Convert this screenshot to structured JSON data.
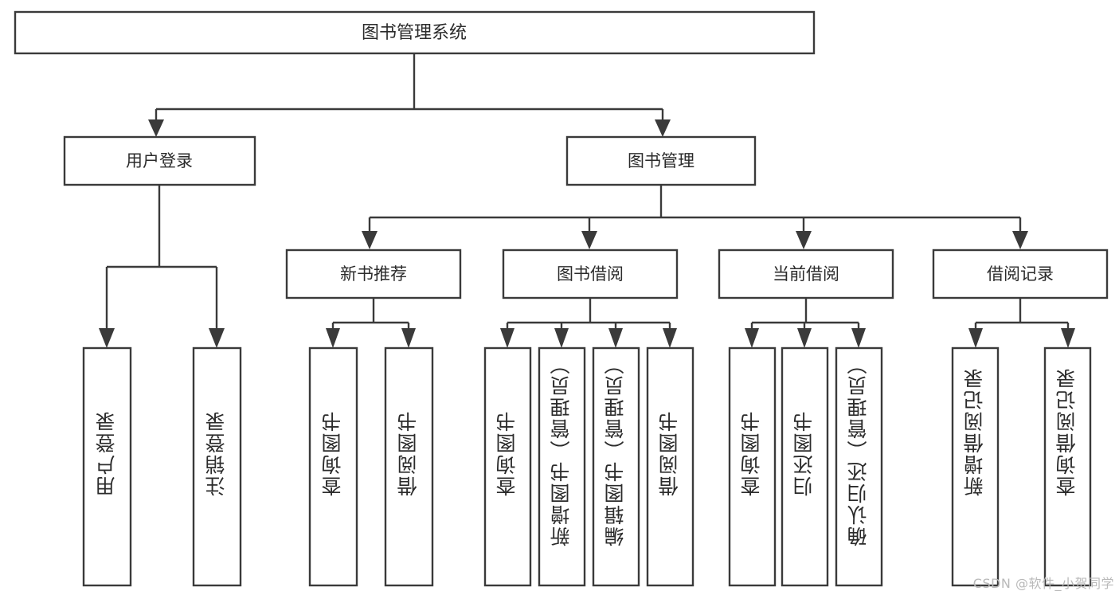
{
  "diagram": {
    "title": "图书管理系统",
    "type": "tree-hierarchy-diagram",
    "watermark": "CSDN @软件_小贺同学",
    "colors": {
      "stroke": "#3a3a3a",
      "box_fill": "#ffffff",
      "text": "#2b2b2b",
      "watermark": "#b9b9b9",
      "background": "#ffffff"
    },
    "root": {
      "label": "图书管理系统"
    },
    "level2": [
      {
        "id": "user-login",
        "label": "用户登录"
      },
      {
        "id": "book-manage",
        "label": "图书管理"
      }
    ],
    "level3": [
      {
        "id": "new-book-recommend",
        "label": "新书推荐",
        "parent": "book-manage"
      },
      {
        "id": "book-borrow",
        "label": "图书借阅",
        "parent": "book-manage"
      },
      {
        "id": "current-borrow",
        "label": "当前借阅",
        "parent": "book-manage"
      },
      {
        "id": "borrow-record",
        "label": "借阅记录",
        "parent": "book-manage"
      }
    ],
    "leaves": {
      "user-login": [
        {
          "id": "leaf-user-login",
          "label": "用户登录"
        },
        {
          "id": "leaf-user-logout",
          "label": "注销登录"
        }
      ],
      "new-book-recommend": [
        {
          "id": "leaf-query-book-1",
          "label": "查询图书"
        },
        {
          "id": "leaf-borrow-book-1",
          "label": "借阅图书"
        }
      ],
      "book-borrow": [
        {
          "id": "leaf-query-book-2",
          "label": "查询图书"
        },
        {
          "id": "leaf-add-book",
          "label": "新增图书（管理员）"
        },
        {
          "id": "leaf-edit-book",
          "label": "编辑图书（管理员）"
        },
        {
          "id": "leaf-borrow-book-2",
          "label": "借阅图书"
        }
      ],
      "current-borrow": [
        {
          "id": "leaf-query-book-3",
          "label": "查询图书"
        },
        {
          "id": "leaf-return-book",
          "label": "归还图书"
        },
        {
          "id": "leaf-confirm-return",
          "label": "确认归还（管理员）"
        }
      ],
      "borrow-record": [
        {
          "id": "leaf-add-borrow-record",
          "label": "新增借阅记录"
        },
        {
          "id": "leaf-query-borrow-record",
          "label": "查询借阅记录"
        }
      ]
    }
  }
}
